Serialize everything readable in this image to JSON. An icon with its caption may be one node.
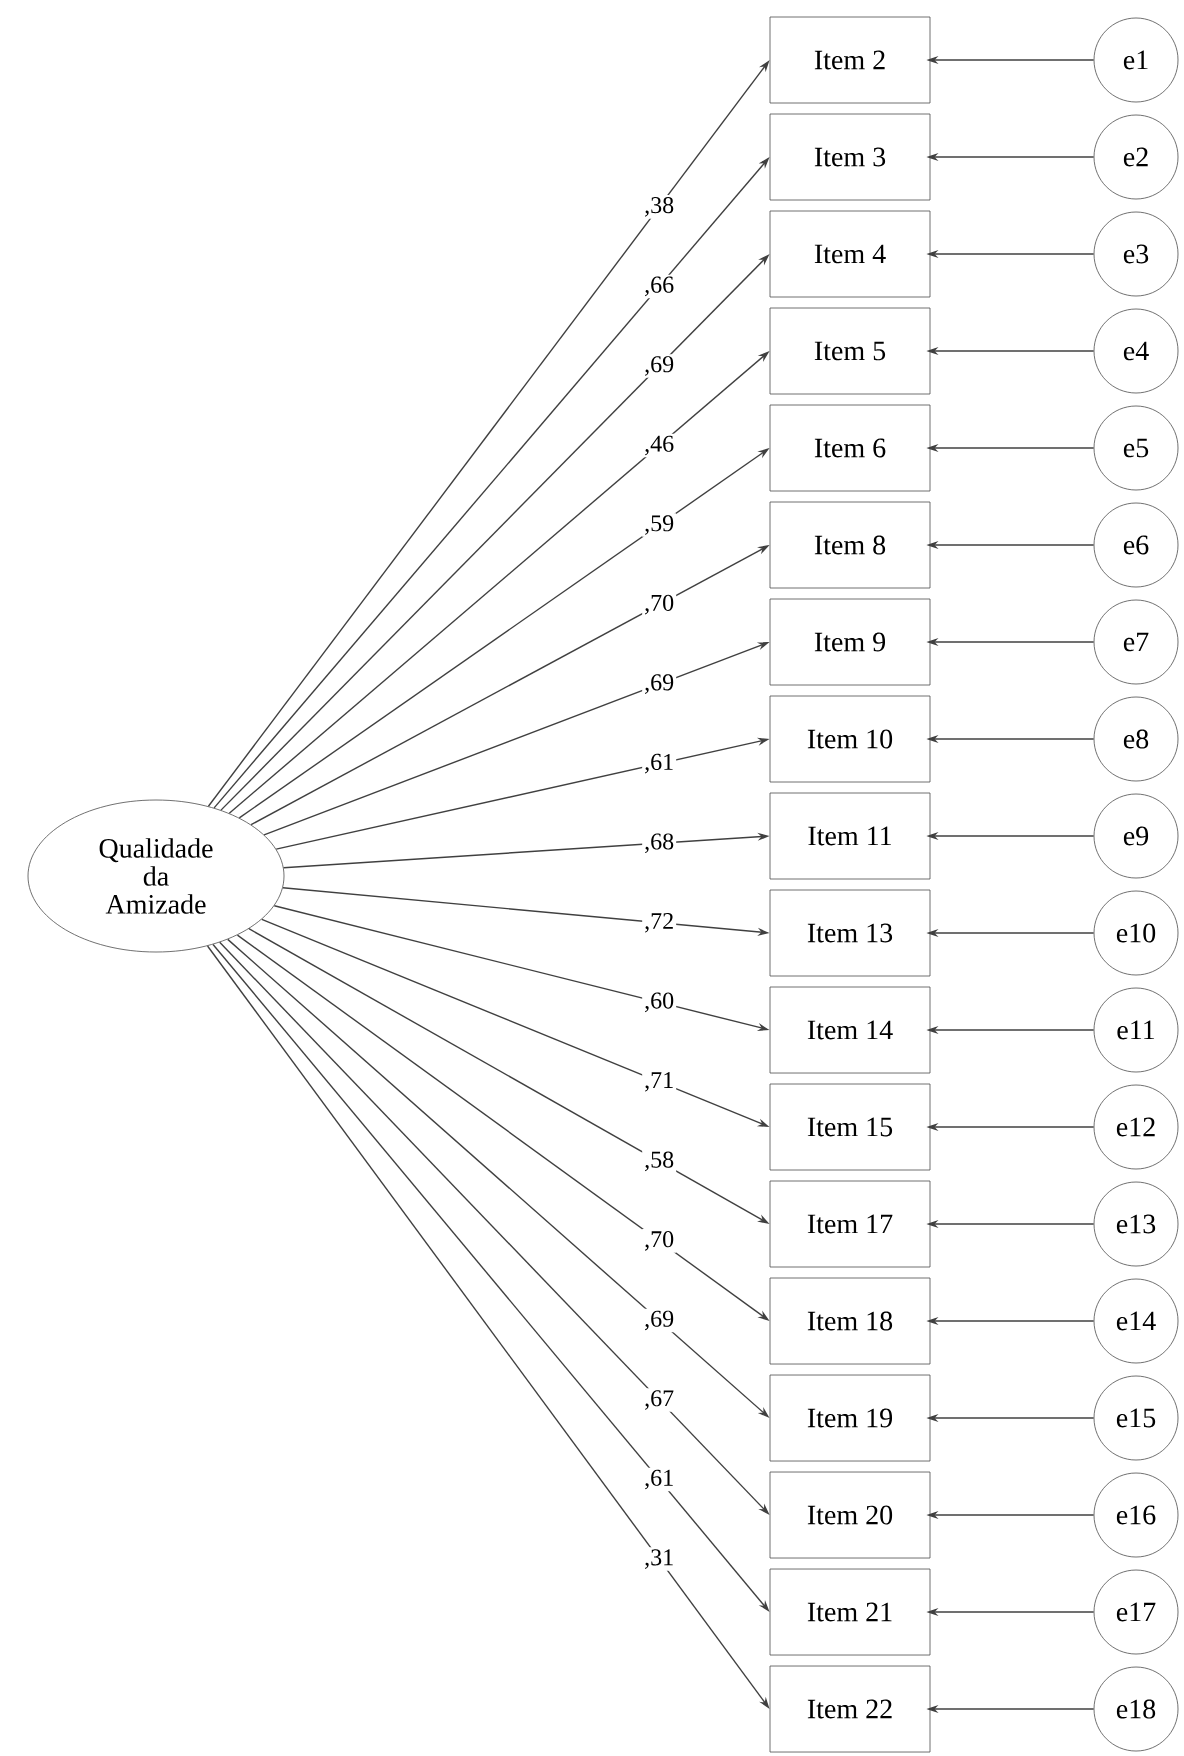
{
  "diagram": {
    "nodes": [
      {
        "text": [
          "Qualidade da Amizade"
        ]
      },
      {
        "text": [
          "Item 2"
        ]
      },
      {
        "text": [
          "Item 3"
        ]
      },
      {
        "text": [
          "Item 4"
        ]
      },
      {
        "text": [
          "Item 5"
        ]
      },
      {
        "text": [
          "Item 6"
        ]
      },
      {
        "text": [
          "Item 8"
        ]
      },
      {
        "text": [
          "Item 9"
        ]
      },
      {
        "text": [
          "Item 10"
        ]
      },
      {
        "text": [
          "Item 11"
        ]
      },
      {
        "text": [
          "Item 13"
        ]
      },
      {
        "text": [
          "Item 14"
        ]
      },
      {
        "text": [
          "Item 15"
        ]
      },
      {
        "text": [
          "Item 17"
        ]
      },
      {
        "text": [
          "Item 18"
        ]
      },
      {
        "text": [
          "Item 19"
        ]
      },
      {
        "text": [
          "Item 20"
        ]
      },
      {
        "text": [
          "Item 21"
        ]
      },
      {
        "text": [
          "Item 22"
        ]
      },
      {
        "text": [
          "e1"
        ]
      },
      {
        "text": [
          "e2"
        ]
      },
      {
        "text": [
          "e3"
        ]
      },
      {
        "text": [
          "e4"
        ]
      },
      {
        "text": [
          "e5"
        ]
      },
      {
        "text": [
          "e6"
        ]
      },
      {
        "text": [
          "e7"
        ]
      },
      {
        "text": [
          "e8"
        ]
      },
      {
        "text": [
          "e9"
        ]
      },
      {
        "text": [
          "e10"
        ]
      },
      {
        "text": [
          "e11"
        ]
      },
      {
        "text": [
          "e12"
        ]
      },
      {
        "text": [
          "e13"
        ]
      },
      {
        "text": [
          "e14"
        ]
      },
      {
        "text": [
          "e15"
        ]
      },
      {
        "text": [
          "e16"
        ]
      },
      {
        "text": [
          "e17"
        ]
      },
      {
        "text": [
          "e18"
        ]
      }
    ],
    "edges": [
      {
        "from": 0,
        "to": 1,
        "arrow": "to",
        "label": ",38"
      },
      {
        "from": 0,
        "to": 2,
        "arrow": "to",
        "label": ",66"
      },
      {
        "from": 0,
        "to": 3,
        "arrow": "to",
        "label": ",69"
      },
      {
        "from": 0,
        "to": 4,
        "arrow": "to",
        "label": ",46"
      },
      {
        "from": 0,
        "to": 5,
        "arrow": "to",
        "label": ",59"
      },
      {
        "from": 0,
        "to": 6,
        "arrow": "to",
        "label": ",70"
      },
      {
        "from": 0,
        "to": 7,
        "arrow": "to",
        "label": ",69"
      },
      {
        "from": 0,
        "to": 8,
        "arrow": "to",
        "label": ",61"
      },
      {
        "from": 0,
        "to": 9,
        "arrow": "to",
        "label": ",68"
      },
      {
        "from": 0,
        "to": 10,
        "arrow": "to",
        "label": ",72"
      },
      {
        "from": 0,
        "to": 11,
        "arrow": "to",
        "label": ",60"
      },
      {
        "from": 0,
        "to": 12,
        "arrow": "to",
        "label": ",71"
      },
      {
        "from": 0,
        "to": 13,
        "arrow": "to",
        "label": ",58"
      },
      {
        "from": 0,
        "to": 14,
        "arrow": "to",
        "label": ",70"
      },
      {
        "from": 0,
        "to": 15,
        "arrow": "to",
        "label": ",69"
      },
      {
        "from": 0,
        "to": 16,
        "arrow": "to",
        "label": ",67"
      },
      {
        "from": 0,
        "to": 17,
        "arrow": "to",
        "label": ",61"
      },
      {
        "from": 0,
        "to": 18,
        "arrow": "to",
        "label": ",31"
      },
      {
        "from": 19,
        "to": 1,
        "arrow": "to"
      },
      {
        "from": 20,
        "to": 2,
        "arrow": "to"
      },
      {
        "from": 21,
        "to": 3,
        "arrow": "to"
      },
      {
        "from": 22,
        "to": 4,
        "arrow": "to"
      },
      {
        "from": 23,
        "to": 5,
        "arrow": "to"
      },
      {
        "from": 24,
        "to": 6,
        "arrow": "to"
      },
      {
        "from": 25,
        "to": 7,
        "arrow": "to"
      },
      {
        "from": 26,
        "to": 8,
        "arrow": "to"
      },
      {
        "from": 27,
        "to": 9,
        "arrow": "to"
      },
      {
        "from": 28,
        "to": 10,
        "arrow": "to"
      },
      {
        "from": 29,
        "to": 11,
        "arrow": "to"
      },
      {
        "from": 30,
        "to": 12,
        "arrow": "to"
      },
      {
        "from": 31,
        "to": 13,
        "arrow": "to"
      },
      {
        "from": 32,
        "to": 14,
        "arrow": "to"
      },
      {
        "from": 33,
        "to": 15,
        "arrow": "to"
      },
      {
        "from": 34,
        "to": 16,
        "arrow": "to"
      },
      {
        "from": 35,
        "to": 17,
        "arrow": "to"
      },
      {
        "from": 36,
        "to": 18,
        "arrow": "to"
      }
    ]
  }
}
